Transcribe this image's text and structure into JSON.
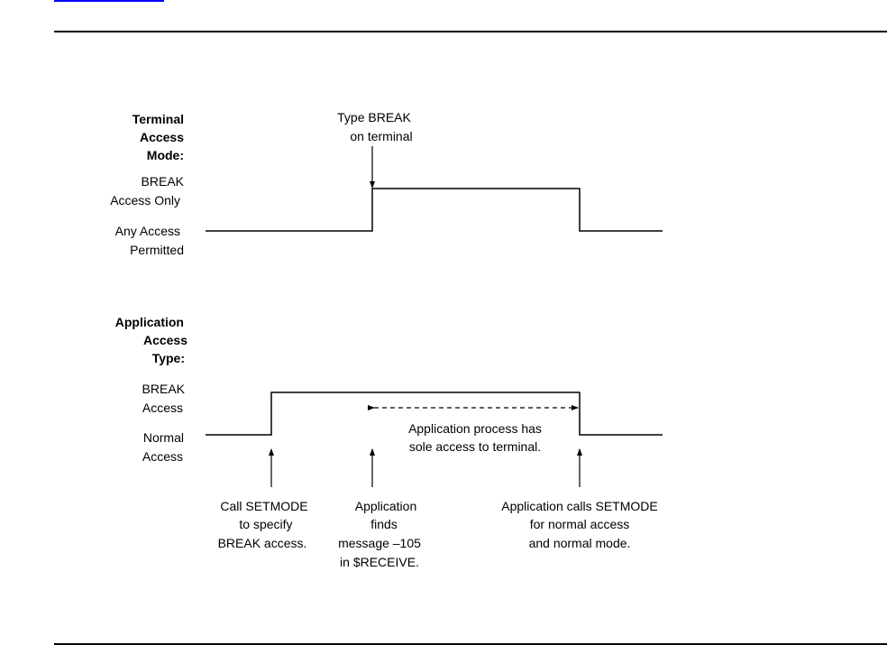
{
  "colors": {
    "link": "#0000ff",
    "ink": "#000000"
  },
  "terminal_mode": {
    "heading": [
      "Terminal",
      "Access",
      "Mode:"
    ],
    "high_label": [
      "BREAK",
      "Access Only"
    ],
    "low_label": [
      "Any Access",
      "Permitted"
    ],
    "event": [
      "Type BREAK",
      "on terminal"
    ]
  },
  "application_type": {
    "heading": [
      "Application",
      "Access",
      "Type:"
    ],
    "high_label": [
      "BREAK",
      "Access"
    ],
    "low_label": [
      "Normal",
      "Access"
    ],
    "span_note": [
      "Application process has",
      "sole access to terminal."
    ]
  },
  "events": [
    {
      "lines": [
        "Call SETMODE",
        "to specify",
        "BREAK access."
      ]
    },
    {
      "lines": [
        "Application",
        "finds",
        "message –105",
        "in  $RECEIVE."
      ]
    },
    {
      "lines": [
        "Application calls SETMODE",
        "for normal access",
        "and normal mode."
      ]
    }
  ]
}
